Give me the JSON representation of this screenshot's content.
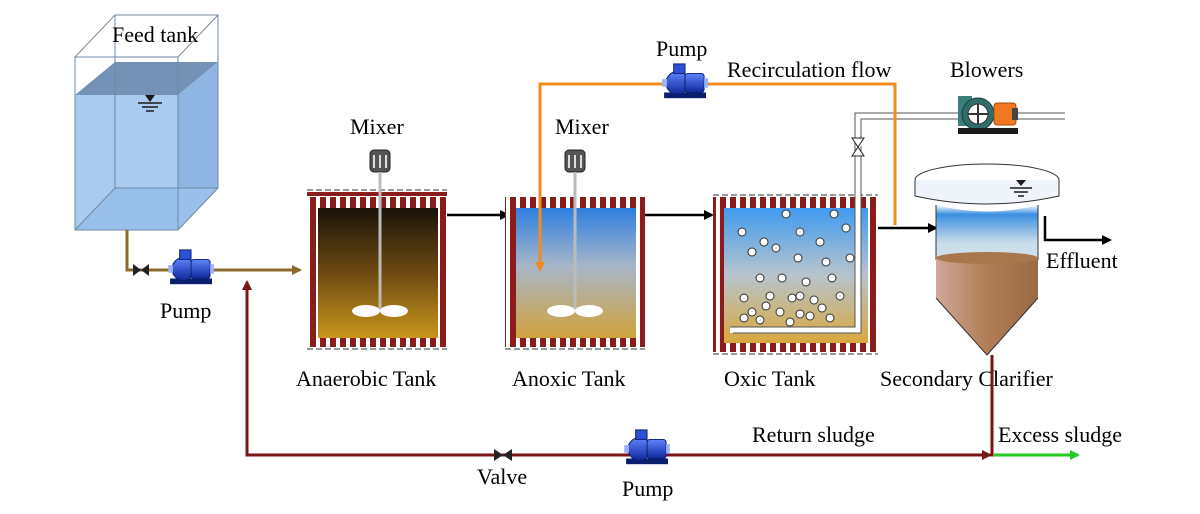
{
  "labels": {
    "feed_tank": "Feed tank",
    "pump_feed": "Pump",
    "pump_recirc": "Pump",
    "pump_return": "Pump",
    "recirculation": "Recirculation  flow",
    "blowers": "Blowers",
    "mixer_anaerobic": "Mixer",
    "mixer_anoxic": "Mixer",
    "anaerobic_tank": "Anaerobic Tank",
    "anoxic_tank": "Anoxic Tank",
    "oxic_tank": "Oxic  Tank",
    "secondary_clarifier": "Secondary  Clarifier",
    "effluent": "Effluent",
    "return_sludge": "Return sludge",
    "excess_sludge": "Excess sludge",
    "valve": "Valve"
  },
  "colors": {
    "sludge_line": "#7a1515",
    "recirc_line": "#f28c1e",
    "feed_line": "#8b6a2c",
    "excess_line": "#22cc22",
    "wall_brick": "#8a1c1c",
    "pump_blue": "#1f3fbf"
  }
}
